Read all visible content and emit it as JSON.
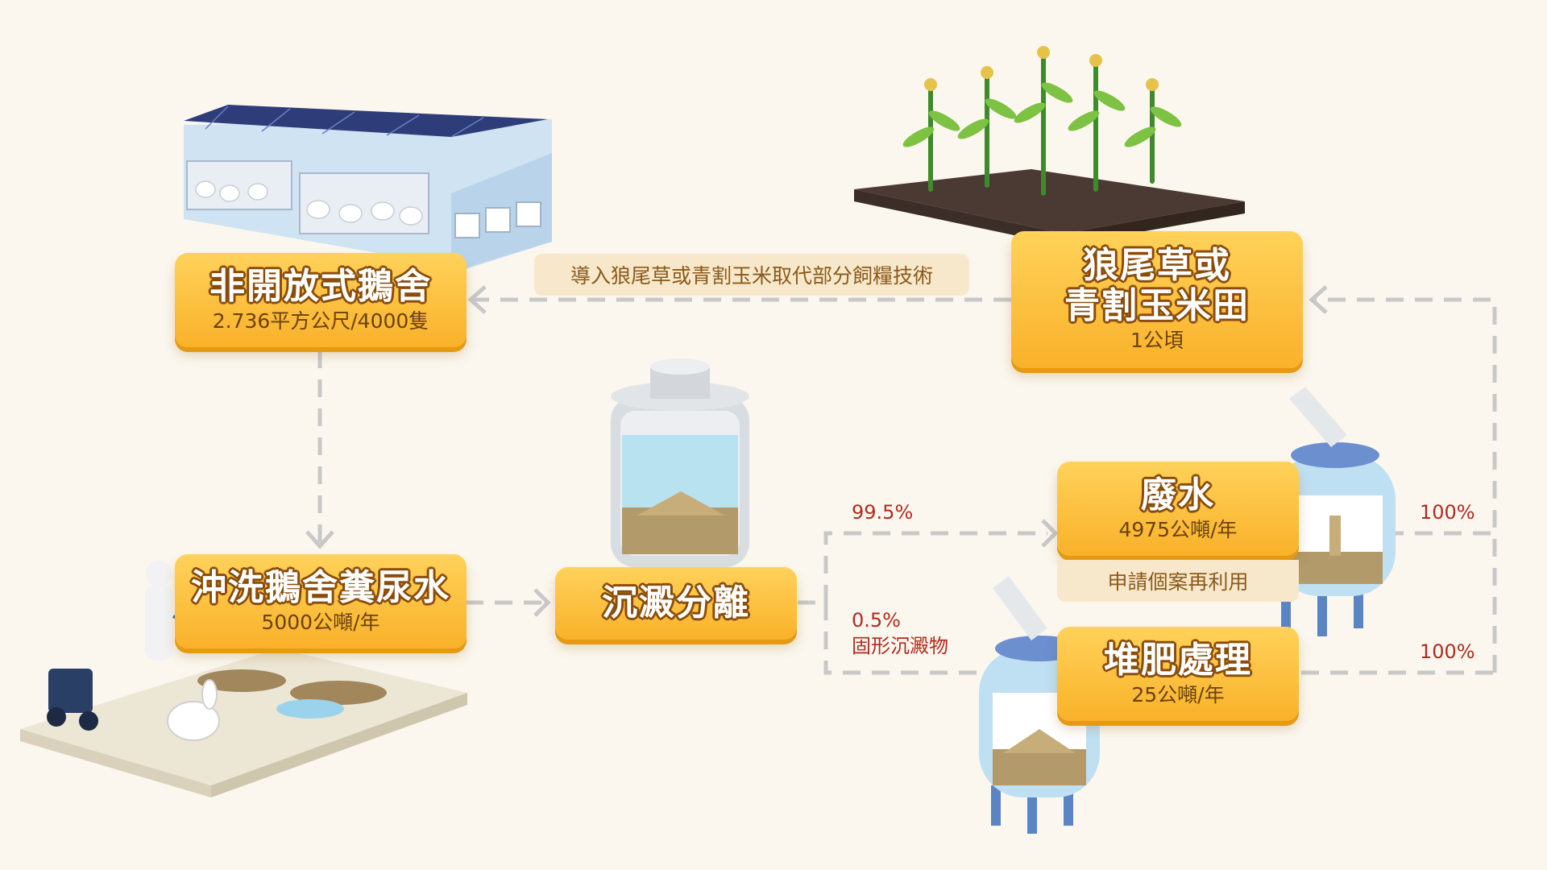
{
  "nodes": {
    "goose_house": {
      "title": "非開放式鵝舍",
      "sub": "2.736平方公尺/4000隻"
    },
    "forage_field": {
      "title_line1": "狼尾草或",
      "title_line2": "青割玉米田",
      "sub": "1公頃"
    },
    "flush_water": {
      "title": "沖洗鵝舍糞尿水",
      "sub": "5000公噸/年"
    },
    "sedimentation": {
      "title": "沉澱分離"
    },
    "wastewater": {
      "title": "廢水",
      "sub": "4975公噸/年"
    },
    "compost": {
      "title": "堆肥處理",
      "sub": "25公噸/年"
    }
  },
  "notes": {
    "feed_tech": "導入狼尾草或青割玉米取代部分飼糧技術",
    "reuse": "申請個案再利用"
  },
  "edge_labels": {
    "to_wastewater": "99.5%",
    "to_solids_pct": "0.5%",
    "to_solids_label": "固形沉澱物",
    "wastewater_out": "100%",
    "compost_out": "100%"
  },
  "colors": {
    "box_top": "#ffd25a",
    "box_bottom": "#f9b12a",
    "arrow": "#c8c8c8",
    "percent": "#b22a1e",
    "background": "#fbf7ee"
  }
}
